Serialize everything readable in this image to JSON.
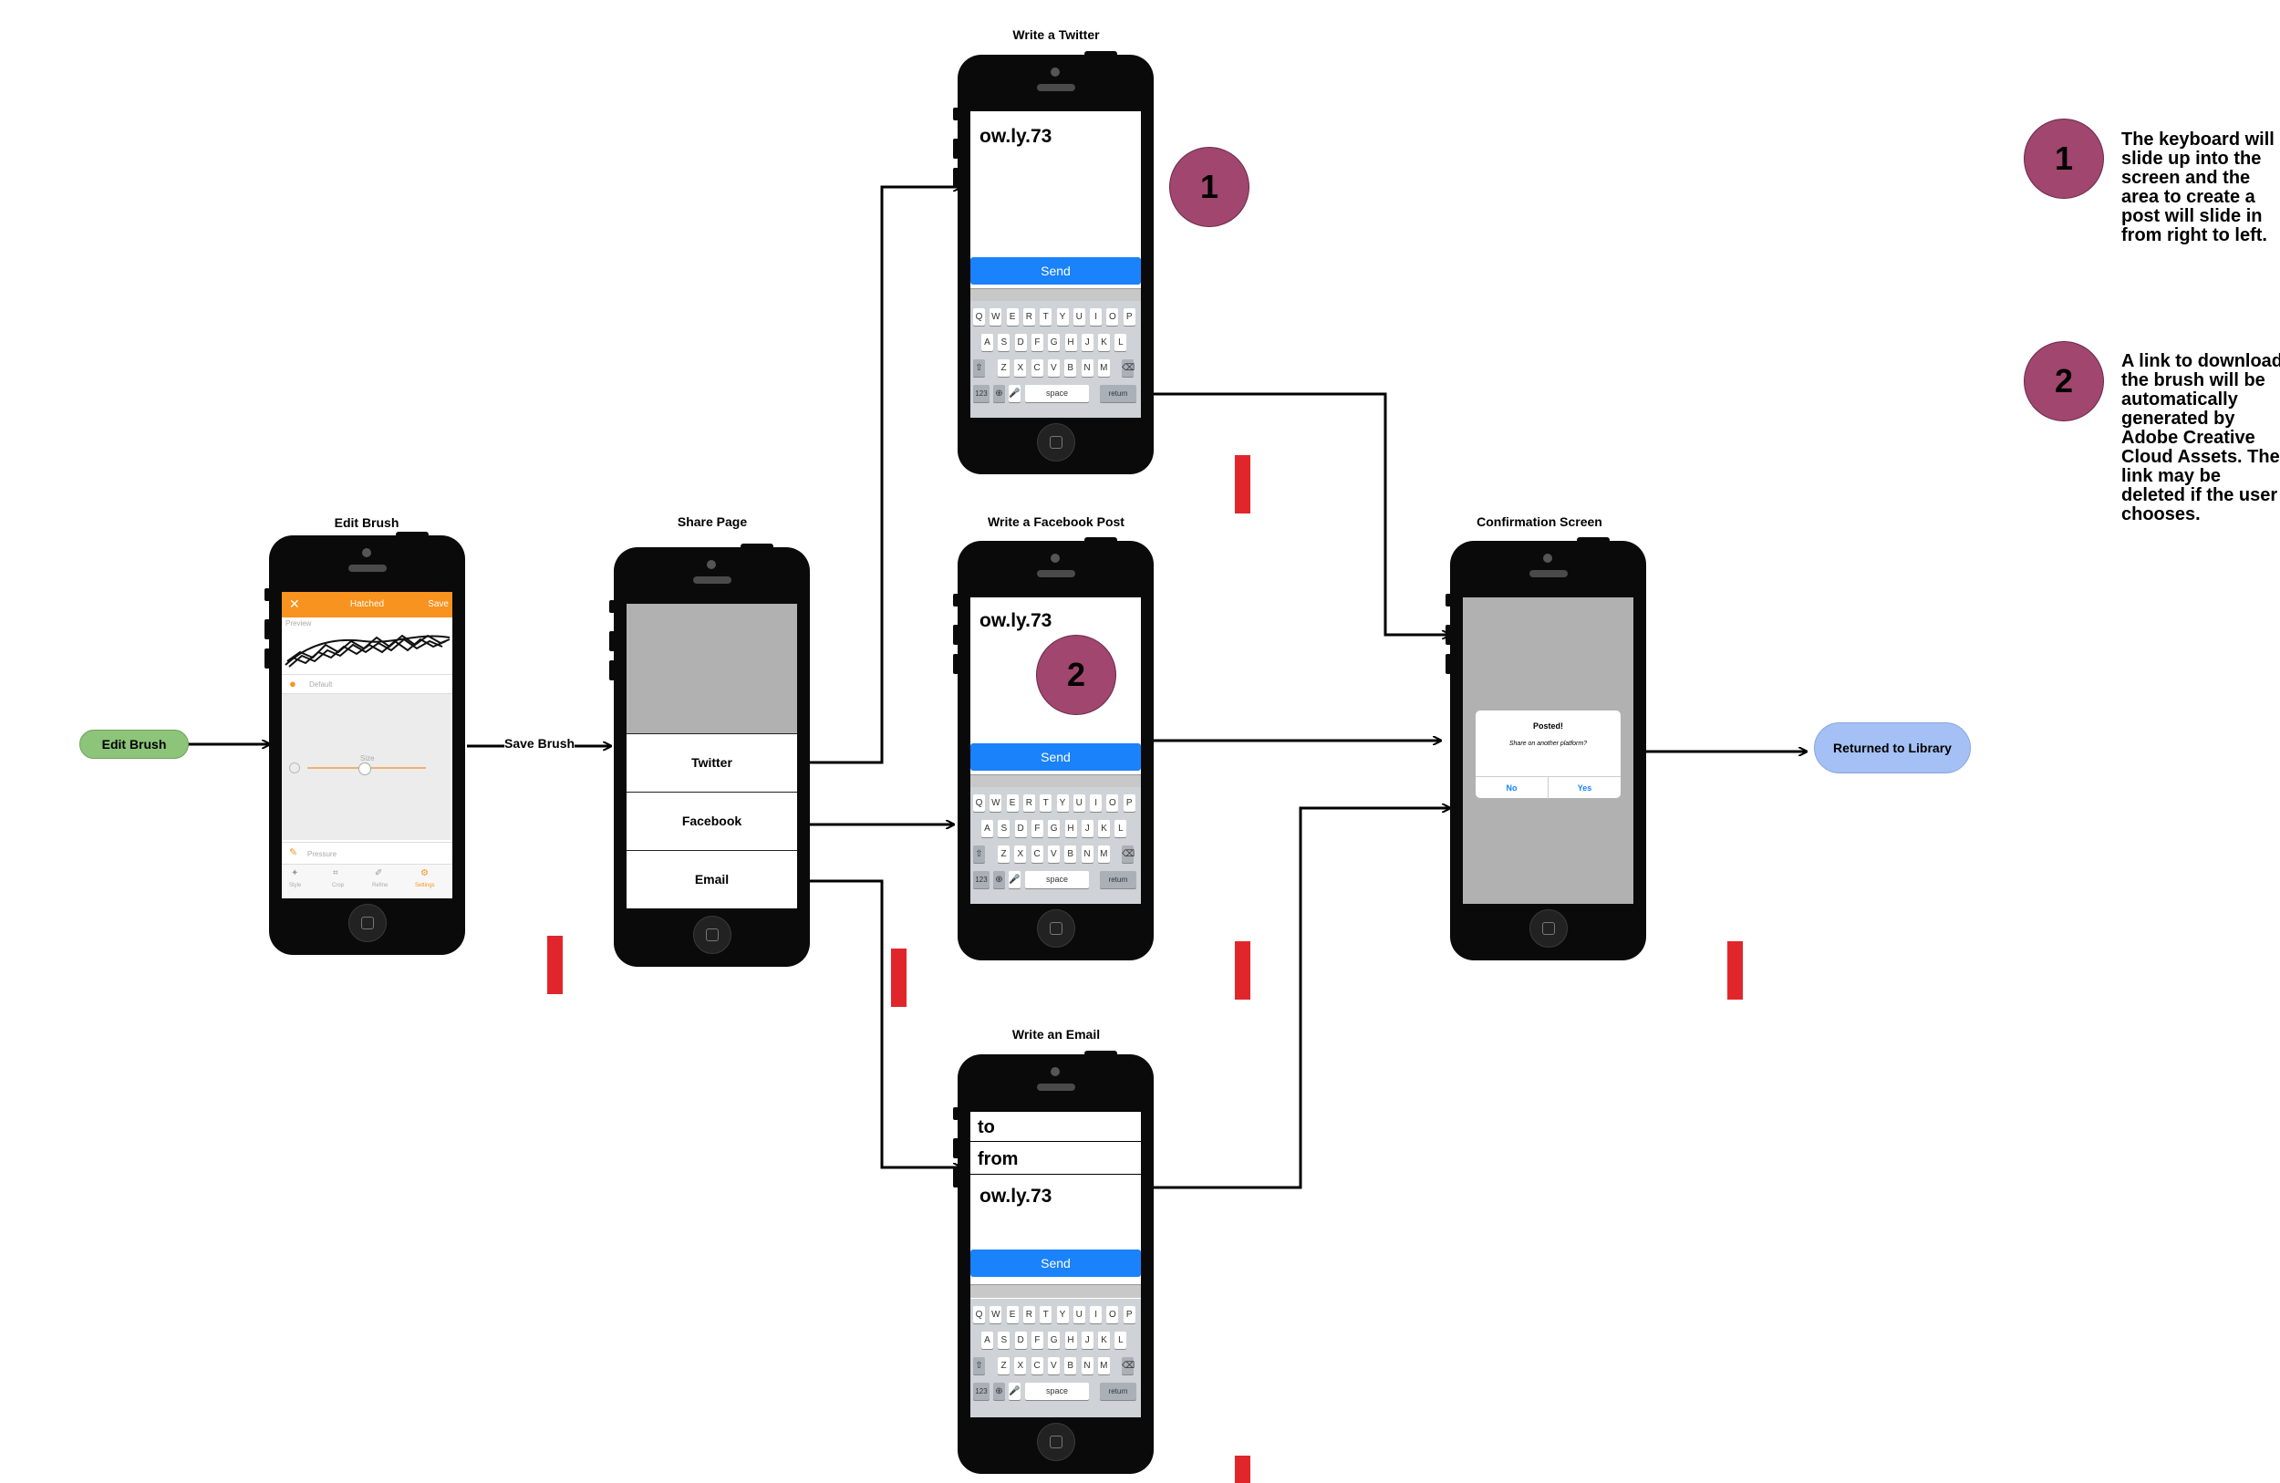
{
  "start_node": {
    "label": "Edit Brush",
    "color": "#8cc47a"
  },
  "end_node": {
    "label": "Returned to Library",
    "color": "#a4c0f4"
  },
  "edge_labels": {
    "save": "Save Brush"
  },
  "accent_colors": {
    "marker": "#a0466f",
    "send": "#1a82fb",
    "red_bar": "#e1262b",
    "brush_header": "#f7931e"
  },
  "screens": {
    "edit_brush": {
      "title": "Edit Brush",
      "header_title": "Hatched",
      "header_save": "Save",
      "preview_label": "Preview",
      "default_label": "Default",
      "size_label": "Size",
      "pressure_label": "Pressure",
      "tabs": [
        "Style",
        "Crop",
        "Refine",
        "Settings"
      ]
    },
    "share": {
      "title": "Share Page",
      "items": [
        "Twitter",
        "Facebook",
        "Email"
      ]
    },
    "twitter": {
      "title": "Write a Twitter",
      "text": "ow.ly.73",
      "send": "Send"
    },
    "facebook": {
      "title": "Write a Facebook Post",
      "text": "ow.ly.73",
      "send": "Send"
    },
    "email": {
      "title": "Write an Email",
      "to": "to",
      "from": "from",
      "text": "ow.ly.73",
      "send": "Send"
    },
    "confirmation": {
      "title": "Confirmation Screen",
      "dialog_title": "Posted!",
      "dialog_message": "Share on another platform?",
      "no": "No",
      "yes": "Yes"
    }
  },
  "keyboard": {
    "row1": [
      "Q",
      "W",
      "E",
      "R",
      "T",
      "Y",
      "U",
      "I",
      "O",
      "P"
    ],
    "row2": [
      "A",
      "S",
      "D",
      "F",
      "G",
      "H",
      "J",
      "K",
      "L"
    ],
    "row3": [
      "Z",
      "X",
      "C",
      "V",
      "B",
      "N",
      "M"
    ],
    "k123": "123",
    "space": "space",
    "return": "return"
  },
  "markers": [
    {
      "number": "1",
      "note": "The keyboard will slide up into the screen and the area to create a post will slide in from right to left."
    },
    {
      "number": "2",
      "note": "A link to download the brush will be automatically generated by Adobe Creative Cloud Assets. The link may be deleted if the user chooses."
    }
  ]
}
